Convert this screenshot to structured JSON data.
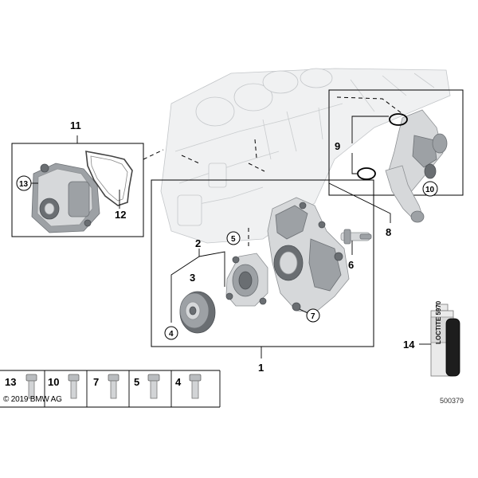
{
  "copyright": "© 2019 BMW AG",
  "doc_id": "500379",
  "callouts": {
    "n1": "1",
    "n2": "2",
    "n3": "3",
    "n4": "4",
    "n5": "5",
    "n6": "6",
    "n7": "7",
    "n8": "8",
    "n9": "9",
    "n10": "10",
    "n11": "11",
    "n12": "12",
    "n13": "13",
    "n14": "14"
  },
  "tube_label": "LOCTITE 5970",
  "legend": [
    {
      "num": "13"
    },
    {
      "num": "10"
    },
    {
      "num": "7"
    },
    {
      "num": "5"
    },
    {
      "num": "4"
    }
  ]
}
